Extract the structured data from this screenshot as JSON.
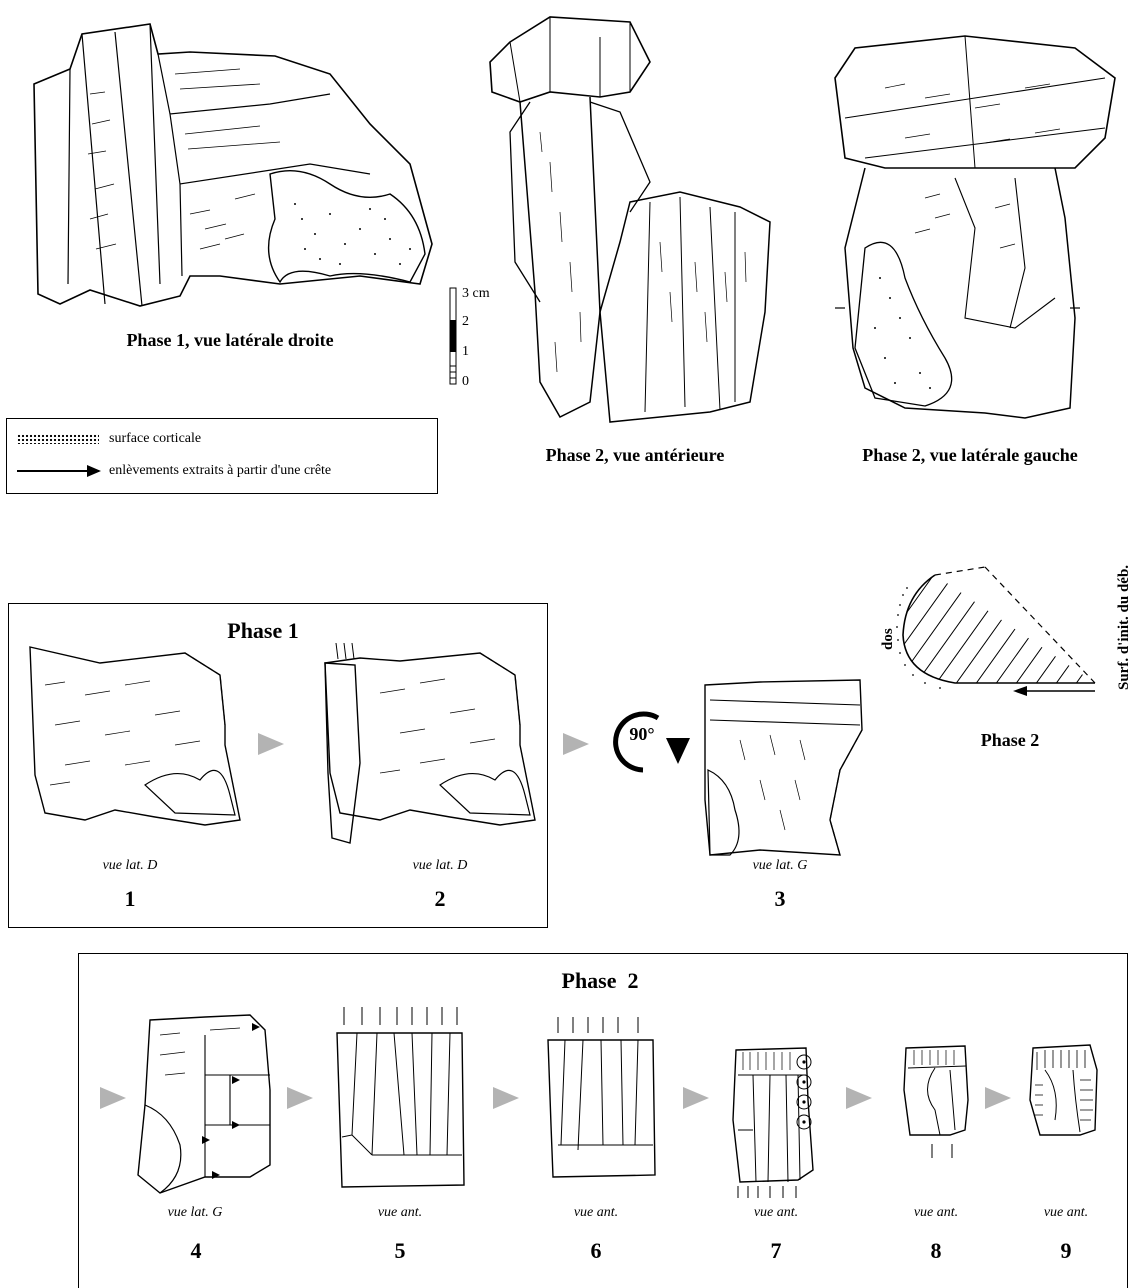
{
  "top": {
    "caption_1": "Phase 1, vue latérale droite",
    "caption_2": "Phase 2, vue antérieure",
    "caption_3": "Phase 2, vue latérale gauche"
  },
  "scale": {
    "labels": [
      "3 cm",
      "2",
      "1",
      "0"
    ]
  },
  "legend": {
    "cortex_label": "surface corticale",
    "crest_label": "enlèvements extraits à partir d'une crête"
  },
  "schema": {
    "side_label": "Surf. d'init. du déb.",
    "back_label": "dos",
    "caption": "Phase 2"
  },
  "phase1": {
    "title": "Phase 1",
    "rotation": "90°",
    "steps": [
      {
        "view": "vue lat. D",
        "number": "1"
      },
      {
        "view": "vue lat. D",
        "number": "2"
      },
      {
        "view": "vue lat. G",
        "number": "3"
      }
    ]
  },
  "phase2": {
    "title": "Phase  2",
    "steps": [
      {
        "view": "vue lat. G",
        "number": "4"
      },
      {
        "view": "vue ant.",
        "number": "5"
      },
      {
        "view": "vue ant.",
        "number": "6"
      },
      {
        "view": "vue ant.",
        "number": "7"
      },
      {
        "view": "vue ant.",
        "number": "8"
      },
      {
        "view": "vue ant.",
        "number": "9"
      }
    ]
  },
  "colors": {
    "ink": "#000000",
    "arrow_grey": "#b3b3b3",
    "background": "#ffffff"
  }
}
